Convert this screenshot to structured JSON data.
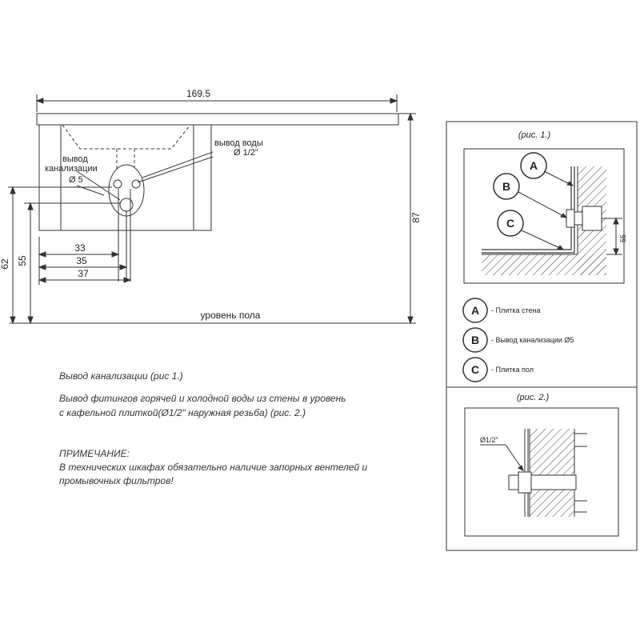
{
  "front_view": {
    "width_dim": "169.5",
    "height_dim": "87",
    "dim_62": "62",
    "dim_55": "55",
    "dim_33": "33",
    "dim_35": "35",
    "dim_37": "37",
    "water_outlet_line1": "вывод воды",
    "water_outlet_line2": "Ø 1/2\"",
    "drain_line1": "вывод",
    "drain_line2": "канализации",
    "drain_line3": "Ø 5",
    "floor_level": "уровень пола"
  },
  "notes": {
    "line1": "Вывод канализации (рис 1.)",
    "line2": "Вывод фитингов горячей и холодной воды из стены в уровень",
    "line3": "с кафельной плиткой(Ø1/2\" наружная резьба) (рис. 2.)",
    "line4": "ПРИМЕЧАНИЕ:",
    "line5": "В технических шкафах обязательно наличие запорных вентелей и",
    "line6": "промывочных фильтров!"
  },
  "fig1": {
    "caption": "(рис. 1.)",
    "label_a": "A",
    "label_b": "B",
    "label_c": "C",
    "dim_55": "55"
  },
  "legend": [
    {
      "letter": "A",
      "text": "- Плитка стена"
    },
    {
      "letter": "B",
      "text": "- Вывод канализации   Ø5"
    },
    {
      "letter": "C",
      "text": "- Плитка пол"
    }
  ],
  "fig2": {
    "caption": "(рис. 2.)",
    "thread_label": "Ø1/2\""
  }
}
